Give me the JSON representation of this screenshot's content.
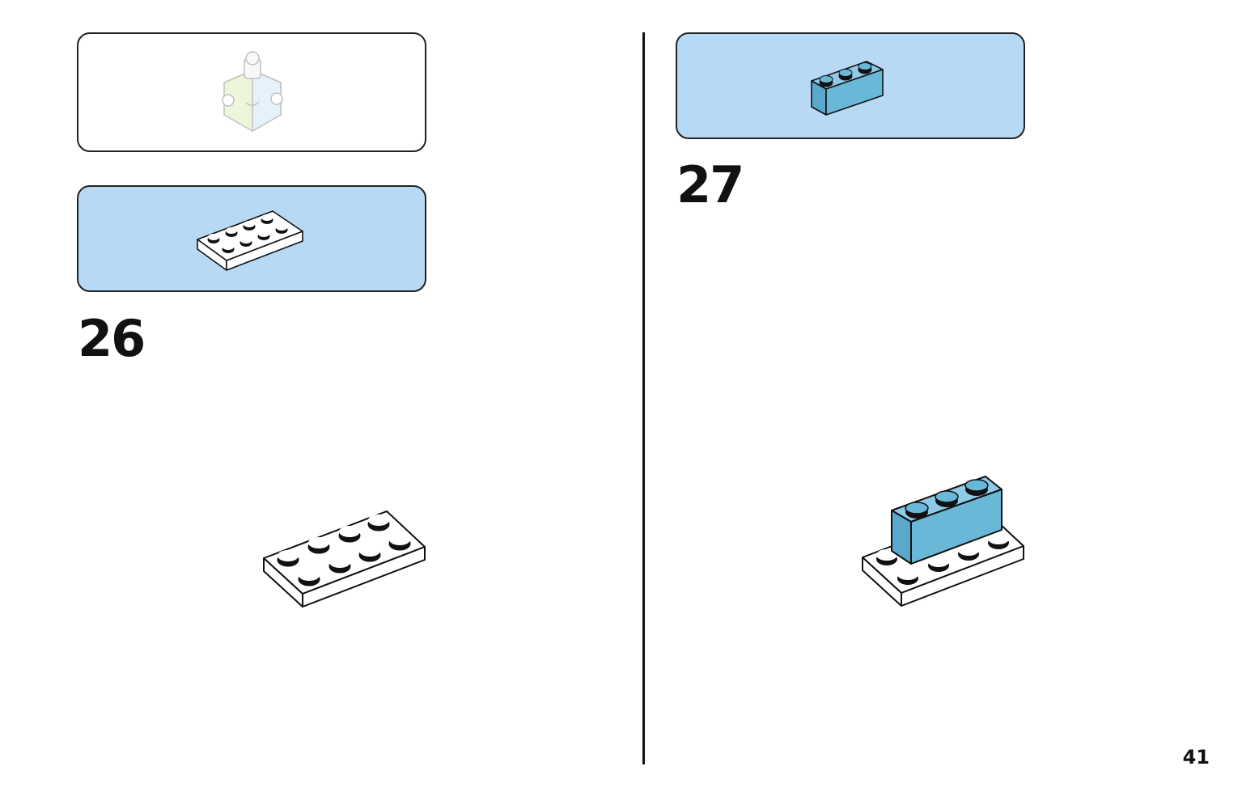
{
  "steps": [
    {
      "number": "26"
    },
    {
      "number": "27"
    }
  ],
  "page_number": "41",
  "colors": {
    "parts_panel_blue": "#b7d9f4",
    "brick_blue": "#6ab8d8",
    "plate_white": "#ffffff",
    "outline": "#111111"
  }
}
